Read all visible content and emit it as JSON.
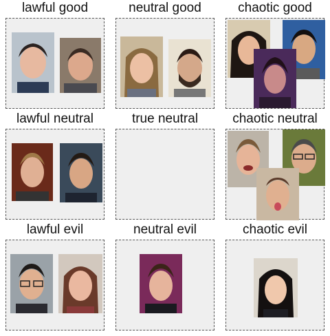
{
  "cells": [
    {
      "title": "lawful good"
    },
    {
      "title": "neutral good"
    },
    {
      "title": "chaotic good"
    },
    {
      "title": "lawful neutral"
    },
    {
      "title": "true neutral"
    },
    {
      "title": "chaotic neutral"
    },
    {
      "title": "lawful evil"
    },
    {
      "title": "neutral evil"
    },
    {
      "title": "chaotic evil"
    }
  ],
  "photo_icon": "portrait-photo"
}
